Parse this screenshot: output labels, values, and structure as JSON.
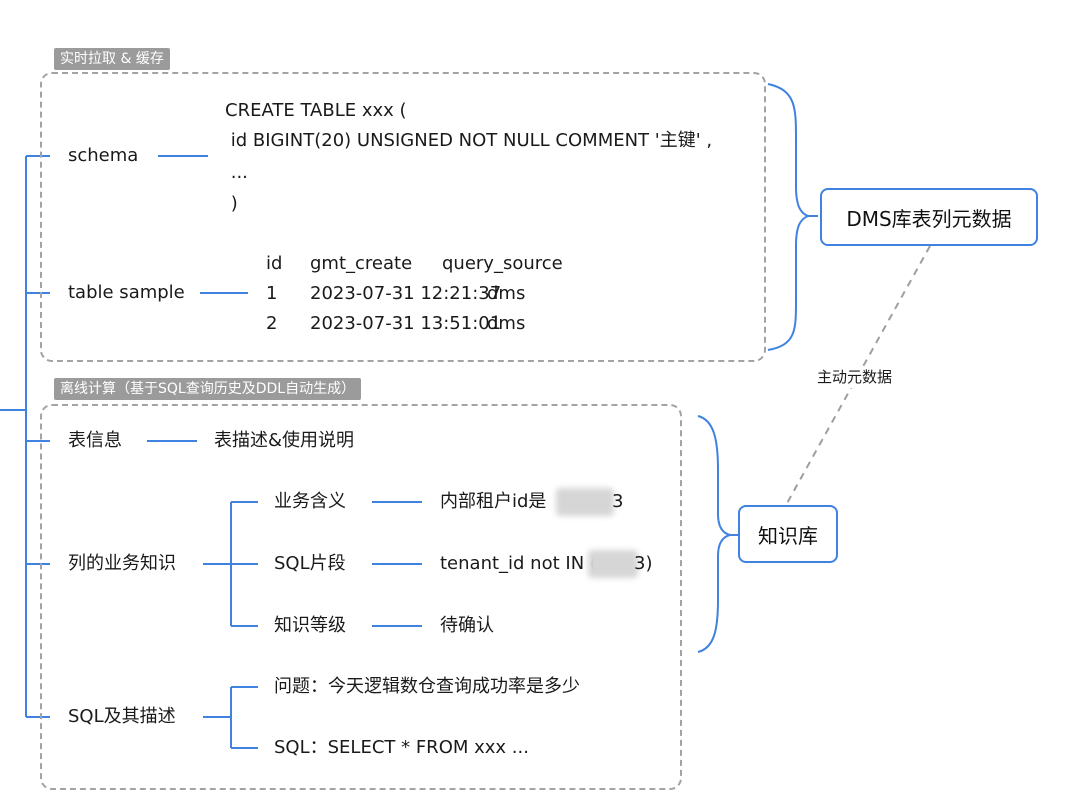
{
  "groups": {
    "realtime_label": "实时拉取 & 缓存",
    "offline_label": "离线计算（基于SQL查询历史及DDL自动生成）"
  },
  "schema": {
    "label": "schema",
    "ddl_lines": [
      "CREATE TABLE xxx (",
      " id BIGINT(20) UNSIGNED NOT NULL COMMENT '主键' ,",
      " ...",
      " )"
    ]
  },
  "table_sample": {
    "label": "table sample",
    "header": [
      "id",
      "gmt_create",
      "query_source"
    ],
    "rows": [
      [
        "1",
        "2023-07-31 12:21:37",
        "dms"
      ],
      [
        "2",
        "2023-07-31 13:51:01",
        "dms"
      ]
    ]
  },
  "table_info": {
    "label": "表信息",
    "value": "表描述&使用说明"
  },
  "column_knowledge": {
    "label": "列的业务知识",
    "items": [
      {
        "key": "业务含义",
        "value": "内部租户id是",
        "tail": "3"
      },
      {
        "key": "SQL片段",
        "value": "tenant_id not IN (",
        "tail": "3)"
      },
      {
        "key": "知识等级",
        "value": "待确认",
        "tail": ""
      }
    ]
  },
  "sql_desc": {
    "label": "SQL及其描述",
    "question": "问题：今天逻辑数仓查询成功率是多少",
    "sql": "SQL：SELECT * FROM xxx ..."
  },
  "targets": {
    "dms": "DMS库表列元数据",
    "kb": "知识库",
    "edge_label": "主动元数据"
  }
}
